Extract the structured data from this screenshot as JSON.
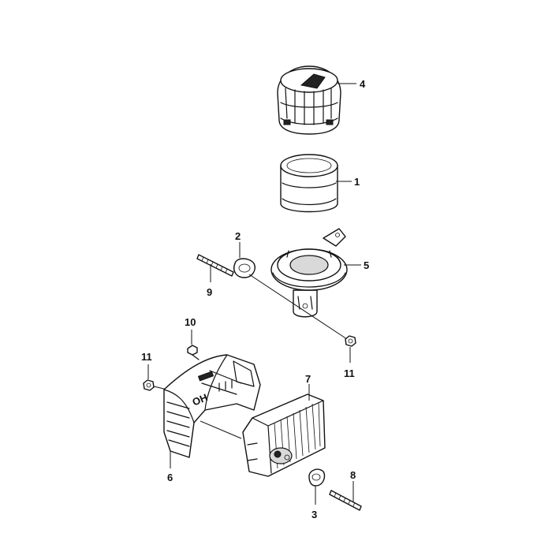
{
  "diagram": {
    "callouts": [
      {
        "id": "c4",
        "text": "4"
      },
      {
        "id": "c1",
        "text": "1"
      },
      {
        "id": "c2",
        "text": "2"
      },
      {
        "id": "c5",
        "text": "5"
      },
      {
        "id": "c9",
        "text": "9"
      },
      {
        "id": "c10",
        "text": "10"
      },
      {
        "id": "c11a",
        "text": "11"
      },
      {
        "id": "c11b",
        "text": "11"
      },
      {
        "id": "c6",
        "text": "6"
      },
      {
        "id": "c7",
        "text": "7"
      },
      {
        "id": "c3",
        "text": "3"
      },
      {
        "id": "c8",
        "text": "8"
      }
    ],
    "stamp_text": "OH"
  }
}
